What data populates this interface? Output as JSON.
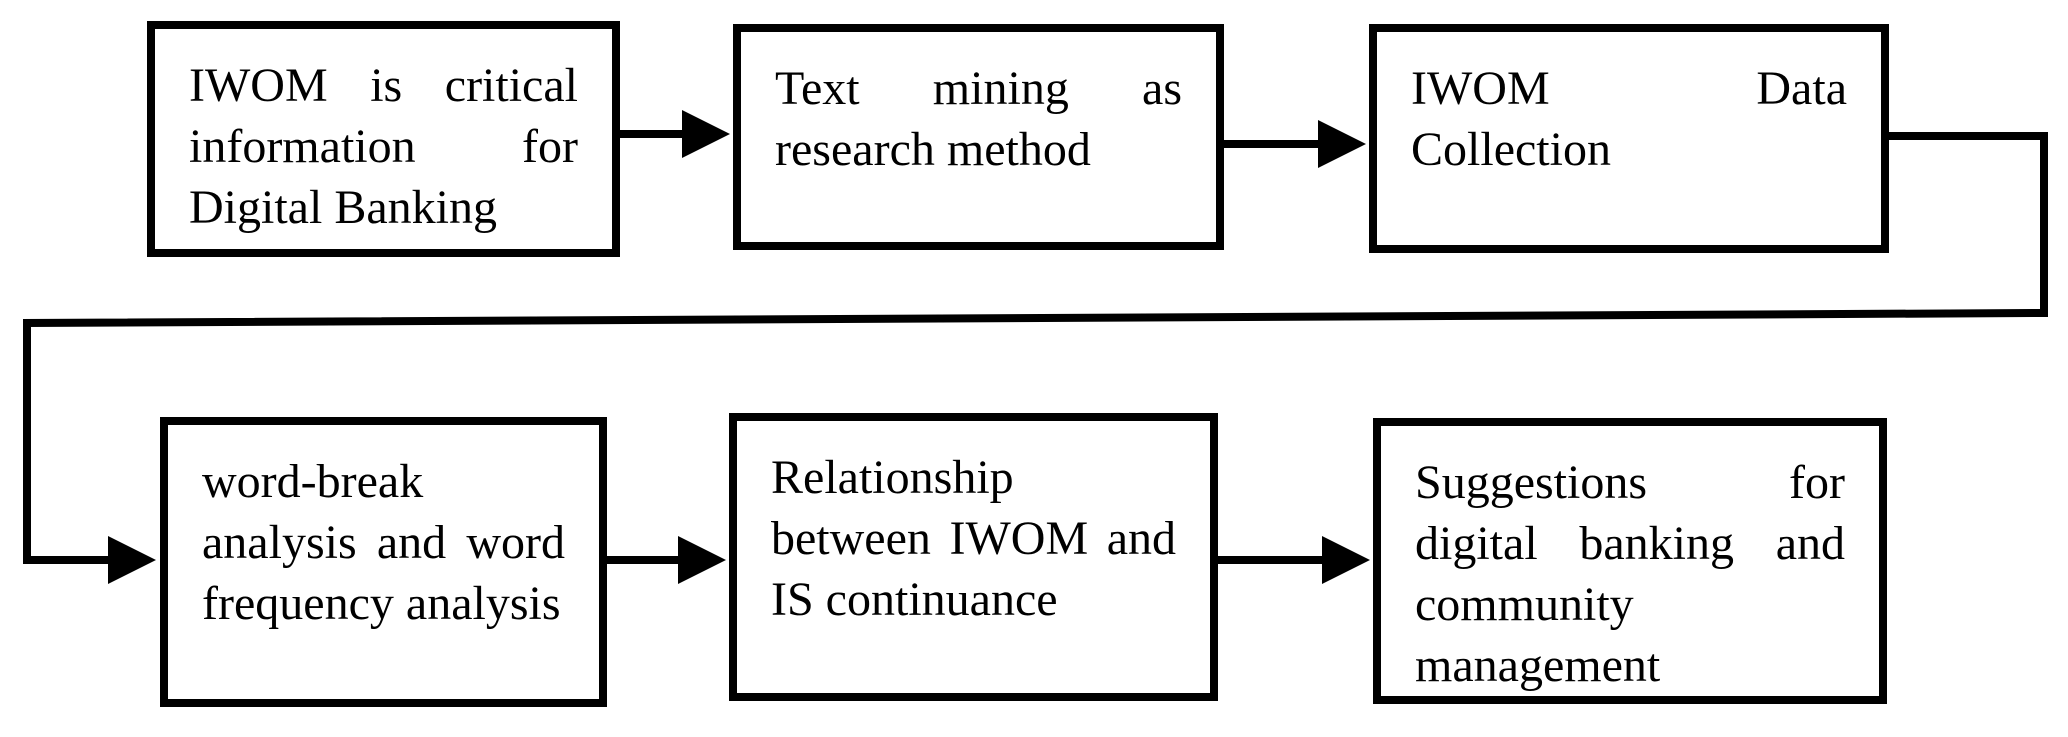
{
  "flowchart": {
    "steps": [
      {
        "text": "IWOM is critical information for Digital Banking"
      },
      {
        "text": "Text mining as research method"
      },
      {
        "text": "IWOM Data Collection"
      },
      {
        "text": "word-break analysis and word frequency analysis"
      },
      {
        "text": "Relationship between IWOM and IS continuance"
      },
      {
        "text": "Suggestions for digital banking and community management"
      }
    ]
  }
}
